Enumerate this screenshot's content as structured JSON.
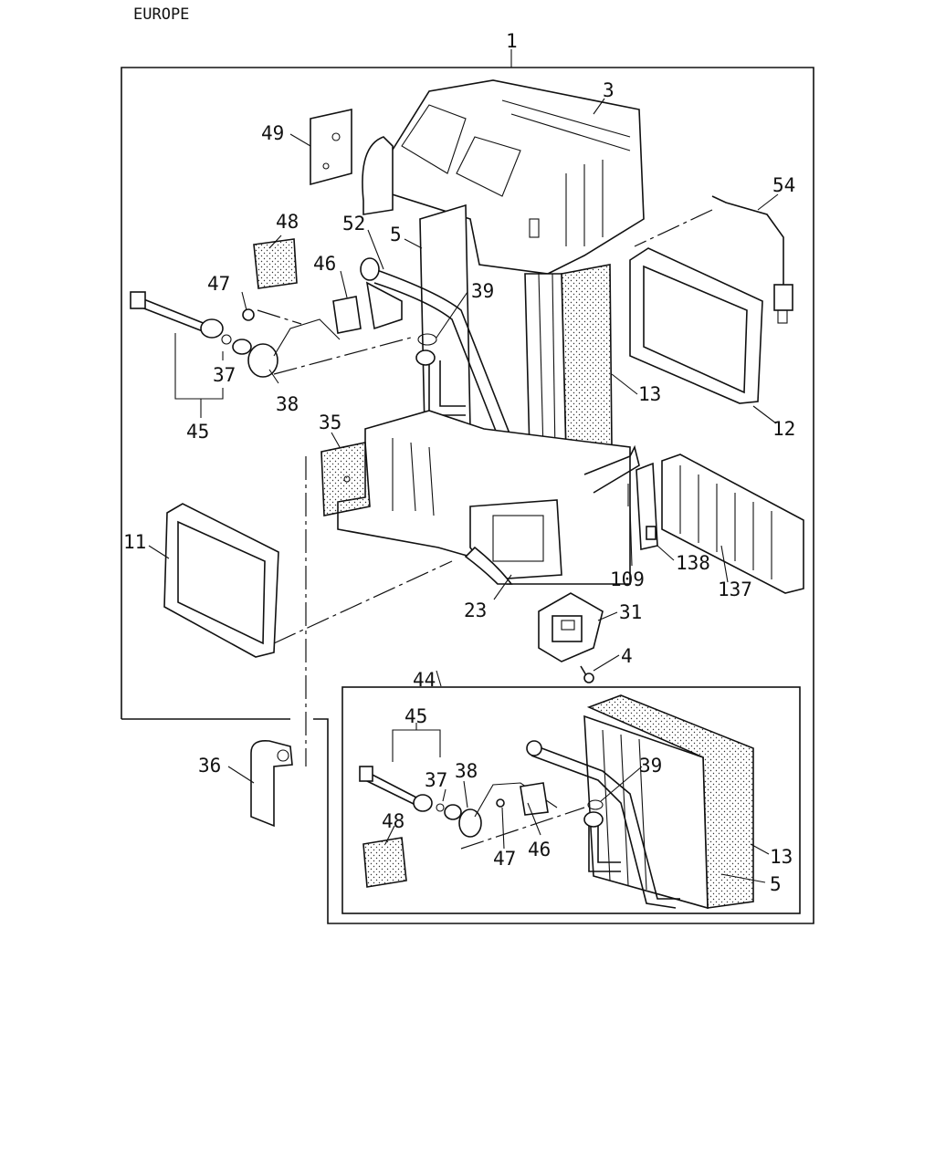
{
  "region_label": "EUROPE",
  "callouts": {
    "c1": "1",
    "c3": "3",
    "c49": "49",
    "c48": "48",
    "c52": "52",
    "c5": "5",
    "c46": "46",
    "c47": "47",
    "c39": "39",
    "c54": "54",
    "c37": "37",
    "c38": "38",
    "c45": "45",
    "c13": "13",
    "c12": "12",
    "c35": "35",
    "c11": "11",
    "c109": "109",
    "c138": "138",
    "c137": "137",
    "c23": "23",
    "c31": "31",
    "c4": "4",
    "c44": "44",
    "c36": "36",
    "s45": "45",
    "s37": "37",
    "s38": "38",
    "s39": "39",
    "s48": "48",
    "s47": "47",
    "s46": "46",
    "s13": "13",
    "s5": "5"
  }
}
